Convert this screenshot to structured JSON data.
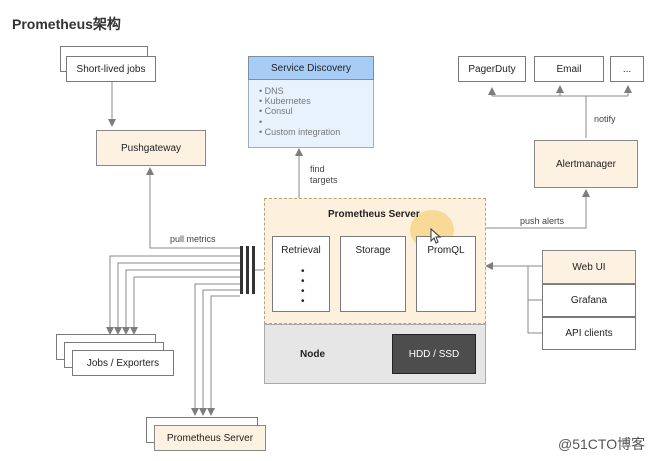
{
  "title": "Prometheus架构",
  "boxes": {
    "short_lived_jobs": "Short-lived jobs",
    "pushgateway": "Pushgateway",
    "service_discovery": "Service Discovery",
    "pagerduty": "PagerDuty",
    "email": "Email",
    "ellipsis": "...",
    "alertmanager": "Alertmanager",
    "prometheus_server_title": "Prometheus Server",
    "retrieval": "Retrieval",
    "storage": "Storage",
    "promql": "PromQL",
    "node": "Node",
    "hdd_ssd": "HDD / SSD",
    "web_ui": "Web UI",
    "grafana": "Grafana",
    "api_clients": "API clients",
    "jobs_exporters": "Jobs / Exporters",
    "prometheus_server_bottom": "Prometheus Server"
  },
  "service_discovery_items": [
    "DNS",
    "Kubernetes",
    "Consul",
    "",
    "Custom integration"
  ],
  "labels": {
    "find_targets_1": "find",
    "find_targets_2": "targets",
    "pull_metrics": "pull metrics",
    "notify": "notify",
    "push_alerts": "push alerts"
  },
  "watermark": "@51CTO博客"
}
